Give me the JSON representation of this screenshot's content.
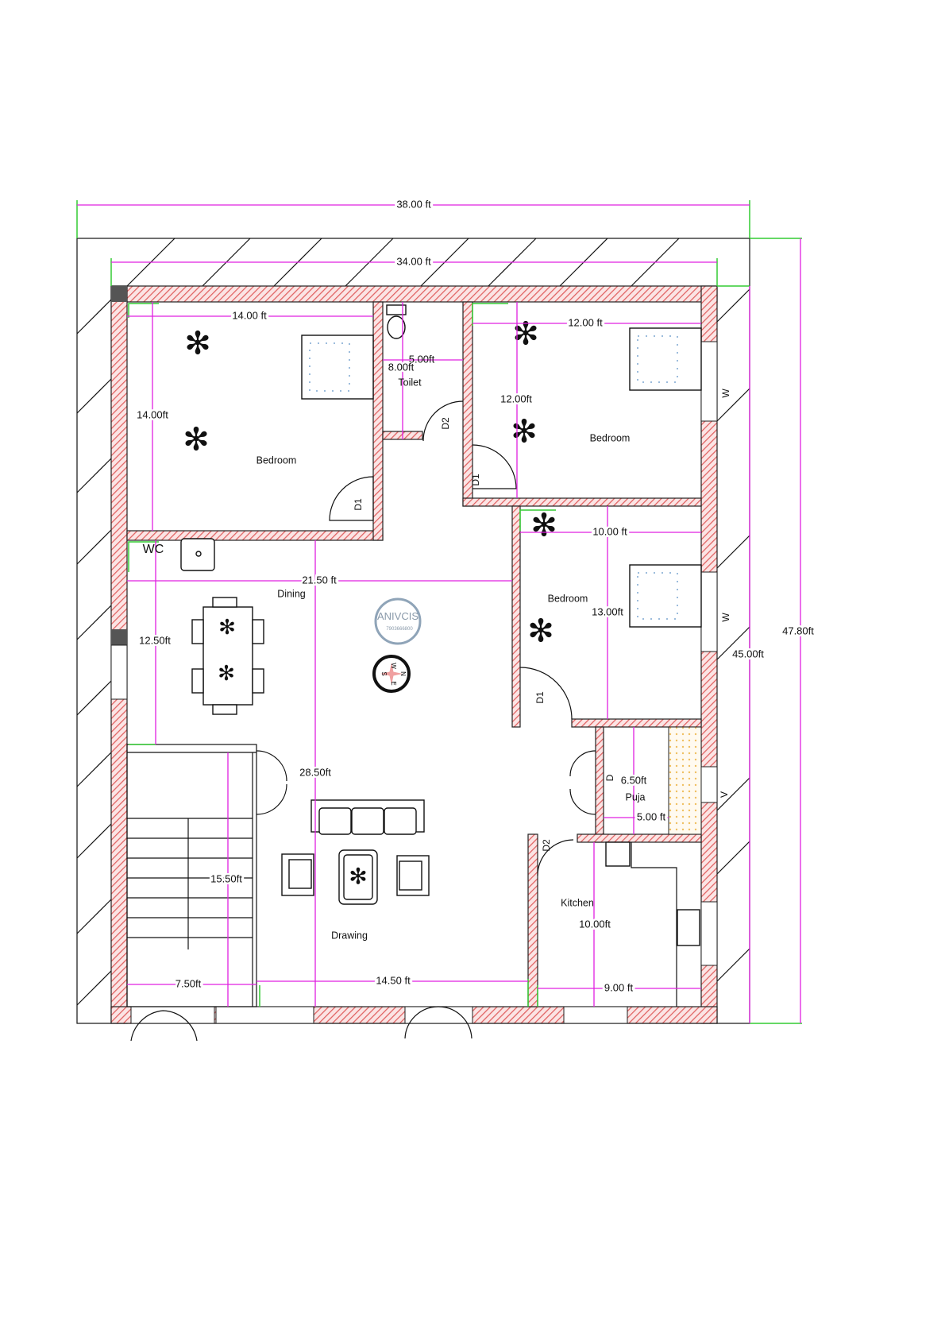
{
  "colors": {
    "wall_hatch": "#e06060",
    "dimension": "#e020e0",
    "marker": "#33cc33",
    "bed_pattern": "#3a7ab8",
    "puja_pattern": "#f0c060"
  },
  "rooms": {
    "bedroom_1": "Bedroom",
    "toilet": "Toilet",
    "bedroom_2": "Bedroom",
    "bedroom_3": "Bedroom",
    "wc": "WC",
    "dining": "Dining",
    "drawing": "Drawing",
    "kitchen": "Kitchen",
    "puja": "Puja"
  },
  "dimensions": {
    "plot_width": "38.00 ft",
    "building_width": "34.00 ft",
    "plot_depth": "47.80ft",
    "building_depth": "45.00ft",
    "bedroom1_width": "14.00 ft",
    "bedroom1_depth": "14.00ft",
    "toilet_depth": "8.00ft",
    "toilet_width": "5.00ft",
    "bedroom2_width": "12.00 ft",
    "bedroom2_depth": "12.00ft",
    "bedroom3_width": "10.00 ft",
    "bedroom3_depth": "13.00ft",
    "dining_width": "21.50 ft",
    "dining_depth": "12.50ft",
    "hall_depth": "28.50ft",
    "stair_depth": "15.50ft",
    "stair_width": "7.50ft",
    "drawing_width": "14.50 ft",
    "kitchen_width": "9.00 ft",
    "kitchen_depth": "10.00ft",
    "puja_depth": "6.50ft",
    "puja_width": "5.00 ft"
  },
  "doors": {
    "bed1": "D1",
    "toilet": "D2",
    "bed2": "D1",
    "bed3": "D1",
    "puja": "D",
    "kitchen": "D2"
  },
  "windows": {
    "bed2": "W",
    "bed3": "W",
    "puja": "V"
  },
  "watermark": {
    "name": "ANIVCIS",
    "phone": "7903666800"
  },
  "compass": {
    "n": "N",
    "e": "E",
    "s": "S",
    "w": "W"
  }
}
